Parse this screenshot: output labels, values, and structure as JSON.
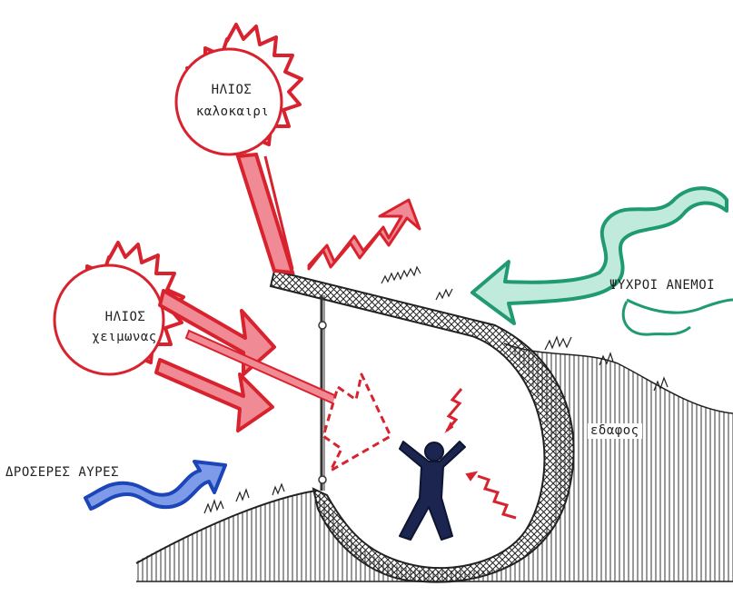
{
  "labels": {
    "sun_summer_line1": "ΗΛΙΟΣ",
    "sun_summer_line2": "καλοκαιρι",
    "sun_winter_line1": "ΗΛΙΟΣ",
    "sun_winter_line2": "χειμωνας",
    "cold_winds": "ΨΥΧΡΟΙ ΑΝΕΜΟΙ",
    "cool_breezes": "ΔΡΟΣΕΡΕΣ ΑΥΡΕΣ",
    "ground": "εδαφος"
  },
  "colors": {
    "sun_red": "#d8232f",
    "sun_pink": "#f08a94",
    "wind_green": "#1f9a73",
    "breeze_blue": "#1c45b8",
    "ink": "#222222",
    "person_navy": "#1b2550"
  }
}
